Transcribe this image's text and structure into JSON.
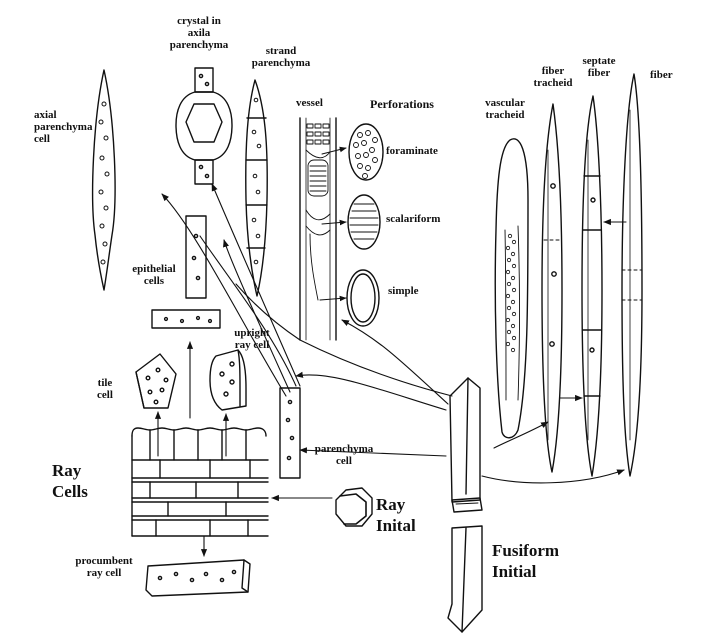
{
  "labels": {
    "crystal_in_axila_parenchyma": [
      "crystal in",
      "axila",
      "parenchyma"
    ],
    "strand_parenchyma": [
      "strand",
      "parenchyma"
    ],
    "axial_parenchyma_cell": [
      "axial",
      "parenchyma",
      "cell"
    ],
    "vessel": "vessel",
    "perforations": "Perforations",
    "foraminate": "foraminate",
    "scalariform": "scalariform",
    "simple": "simple",
    "vascular_tracheid": [
      "vascular",
      "tracheid"
    ],
    "fiber_tracheid": [
      "fiber",
      "tracheid"
    ],
    "septate_fiber": [
      "septate",
      "fiber"
    ],
    "fiber": "fiber",
    "epithelial_cells": [
      "epithelial",
      "cells"
    ],
    "upright_ray_cell": [
      "upright",
      "ray cell"
    ],
    "tile_cell": [
      "tile",
      "cell"
    ],
    "parenchyma_cell": [
      "parenchyma",
      "cell"
    ],
    "ray_cells": [
      "Ray",
      "Cells"
    ],
    "ray_initial": [
      "Ray",
      "Inital"
    ],
    "fusiform_initial": [
      "Fusiform",
      "Initial"
    ],
    "procumbent_ray_cell": [
      "procumbent",
      "ray cell"
    ]
  },
  "colors": {
    "ink": "#111111",
    "paper": "#ffffff"
  }
}
